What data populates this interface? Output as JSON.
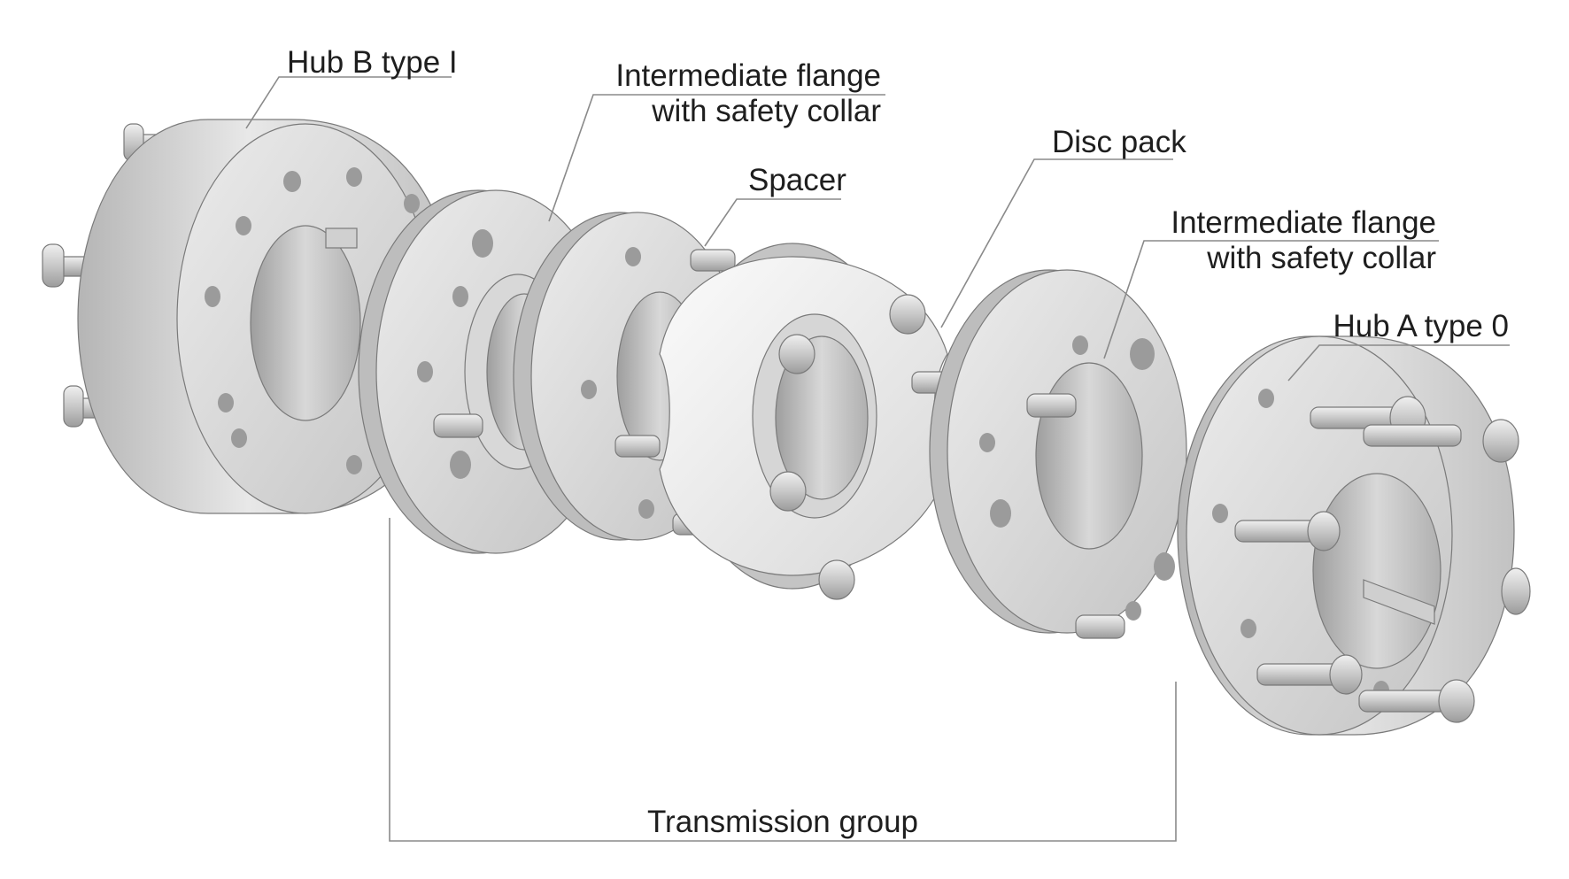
{
  "labels": {
    "hub_b": "Hub B type I",
    "flange_left_line1": "Intermediate flange",
    "flange_left_line2": "with safety collar",
    "spacer": "Spacer",
    "disc_pack": "Disc pack",
    "flange_right_line1": "Intermediate flange",
    "flange_right_line2": "with safety collar",
    "hub_a": "Hub A type 0",
    "transmission_group": "Transmission group"
  },
  "colors": {
    "metal_light": "#e6e6e6",
    "metal_mid": "#c9c9c9",
    "metal_dark": "#a7a7a7",
    "bore": "#bdbdbd",
    "leader_line": "#8a8a8a",
    "text": "#1e1e1e"
  }
}
